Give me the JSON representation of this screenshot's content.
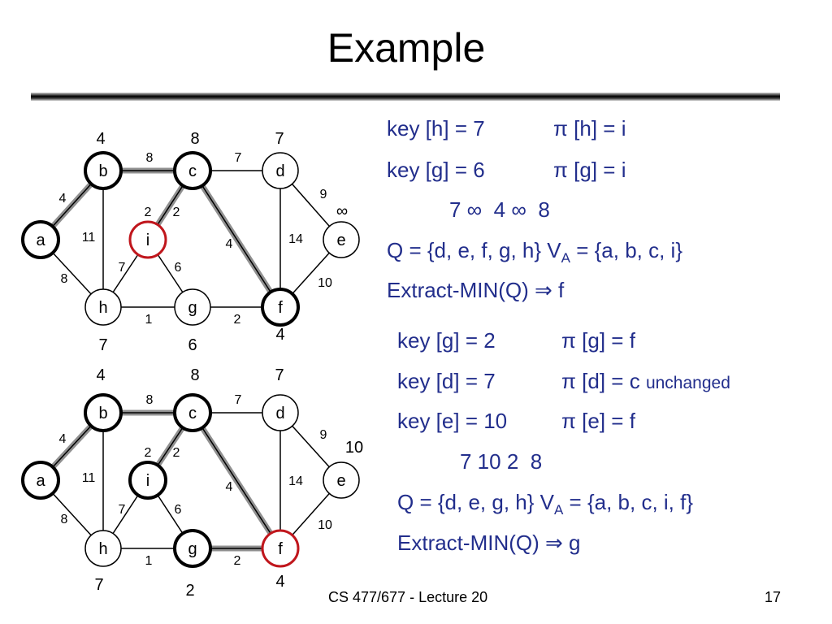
{
  "title": "Example",
  "graph1": {
    "nodes": [
      "a",
      "b",
      "c",
      "d",
      "e",
      "f",
      "g",
      "h",
      "i"
    ],
    "edge_weights": [
      "8",
      "7",
      "4",
      "2",
      "2",
      "9",
      "11",
      "4",
      "14",
      "7",
      "6",
      "8",
      "10",
      "1",
      "2"
    ],
    "keys": {
      "b": "4",
      "c": "8",
      "d": "7",
      "e": "∞",
      "f": "4",
      "g": "6",
      "h": "7"
    }
  },
  "graph2": {
    "nodes": [
      "a",
      "b",
      "c",
      "d",
      "e",
      "f",
      "g",
      "h",
      "i"
    ],
    "edge_weights": [
      "8",
      "7",
      "4",
      "2",
      "2",
      "9",
      "11",
      "4",
      "14",
      "7",
      "6",
      "8",
      "10",
      "1",
      "2"
    ],
    "keys": {
      "b": "4",
      "c": "8",
      "d": "7",
      "e": "10",
      "f": "4",
      "g": "2",
      "h": "7"
    }
  },
  "text": {
    "l1a": "key [h] = 7",
    "l1b": "π [h] = i",
    "l2a": "key [g] = 6",
    "l2b": "π [g] = i",
    "l3": "7 ∞  4 ∞  8",
    "l4a": "Q = {d, e, f, g, h}  V",
    "l4sub": "A",
    "l4b": " = {a, b, c, i}",
    "l5": "Extract-MIN(Q) ⇒ f",
    "l6a": "key [g] = 2",
    "l6b": "π [g] = f",
    "l7a": "key [d] = 7",
    "l7b": "π [d] = c",
    "l7c": "unchanged",
    "l8a": "key [e] = 10",
    "l8b": "π [e] = f",
    "l9": "7 10 2  8",
    "l10a": "Q = {d, e, g, h}  V",
    "l10sub": "A",
    "l10b": " = {a, b, c, i, f}",
    "l11": "Extract-MIN(Q) ⇒ g"
  },
  "footer": {
    "course": "CS 477/677 - Lecture 20",
    "page": "17"
  },
  "colors": {
    "text": "#222e8c",
    "current_node": "#c0161c",
    "tree_edge": "#909090"
  }
}
